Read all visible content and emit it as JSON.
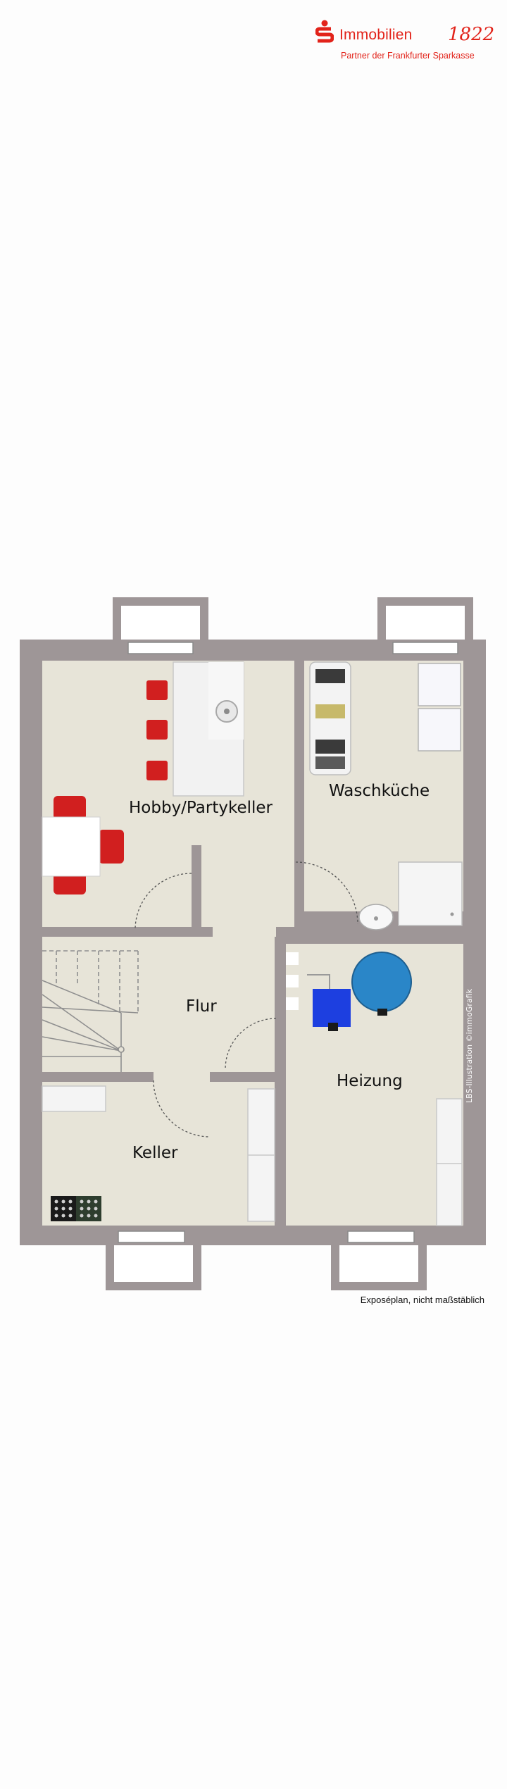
{
  "brand": {
    "name": "Immobilien",
    "year": "1822",
    "tagline": "Partner der Frankfurter Sparkasse",
    "color": "#e2231a"
  },
  "rooms": {
    "hobby": "Hobby/Partykeller",
    "wasch": "Waschküche",
    "flur": "Flur",
    "heizung": "Heizung",
    "keller": "Keller"
  },
  "credit": "LBS-Illustration ©immoGrafik",
  "note": "Exposéplan, nicht maßstäblich",
  "colors": {
    "wall": "#9e9697",
    "floor": "#e7e4d8",
    "accent_red": "#d11f1f",
    "tank_blue": "#2a86c8",
    "boiler_blue": "#1d3fe0"
  }
}
